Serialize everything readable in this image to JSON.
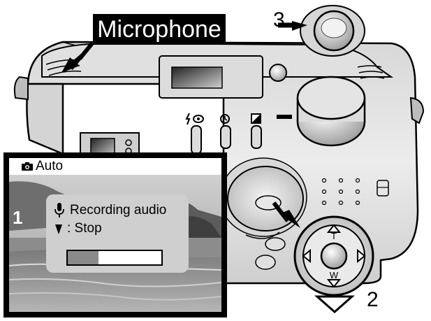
{
  "callouts": {
    "microphone_label": "Microphone",
    "step_1": "1",
    "step_2": "2",
    "step_3": "3"
  },
  "lcd": {
    "mode_label": "Auto",
    "mode_icon": "camera-icon",
    "message": {
      "line1": "Recording audio",
      "line2": ": Stop",
      "line1_icon": "microphone-icon",
      "line2_icon": "down-arrow-icon"
    },
    "recording_progress": 0.33
  },
  "controller": {
    "tele_label": "T",
    "wide_label": "W"
  },
  "colors": {
    "camera_body": "#e6e6e6",
    "dialog_bg": "#cfcfcf",
    "progress_fill": "#8a8a8a",
    "callout_bg": "#000000"
  }
}
